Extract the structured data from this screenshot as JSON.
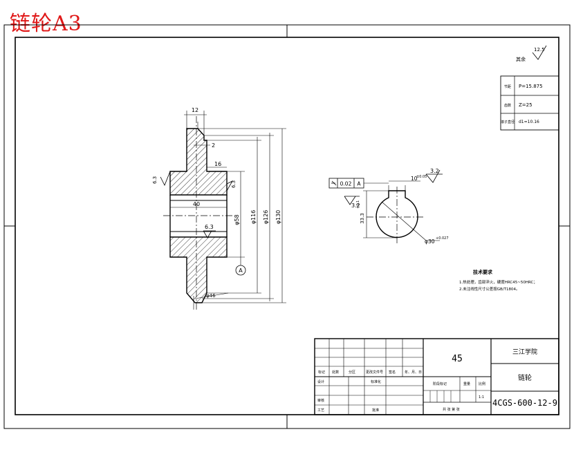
{
  "title": "链轮A3",
  "roughness_general": {
    "label": "其余",
    "value": "12.5"
  },
  "params": [
    {
      "label": "节距",
      "value": "P=15.875"
    },
    {
      "label": "齿数",
      "value": "Z=25"
    },
    {
      "label": "滚子直径",
      "value": "d1=10.16"
    }
  ],
  "dims": {
    "tooth_width": "12",
    "chamfer": "2",
    "hub_step": "16",
    "hub_length": "40",
    "bore_dia": "φ58",
    "root_dia": "φ116",
    "outer_dia_126": "φ126",
    "outer_dia_130": "φ130",
    "rough_left": "6.3",
    "rough_right": "6.3",
    "rough_bore": "6.3",
    "tol_bottom": "φ46",
    "datum": "A"
  },
  "keyway": {
    "tol_value": "0.02",
    "tol_datum": "A",
    "key_width": "10",
    "key_width_tol": "±0.05",
    "rough_top": "3.2",
    "rough_left": "3.2",
    "depth": "33.3",
    "depth_tol": "+0.1",
    "bore": "φ30",
    "bore_tol": "+0.027"
  },
  "notes": {
    "heading": "技术要求",
    "line1": "1.热处理，齿部淬火，硬度HRC45~50HRC；",
    "line2": "2.未注线性尺寸公差按GB/T1804。"
  },
  "title_block": {
    "material": "45",
    "school": "三江学院",
    "part_name": "链轮",
    "drawing_no": "4CGS-600-12-9",
    "scale": "1:1",
    "headers": [
      "标记",
      "处数",
      "分区",
      "更改文件号",
      "签名",
      "年、月、日"
    ],
    "design": "设计",
    "standardize": "标准化",
    "review": "审核",
    "process": "工艺",
    "approve": "批准",
    "stage_mark": "阶段标记",
    "weight": "重量",
    "scale_label": "比例",
    "sheets": "共 张 第 张"
  }
}
